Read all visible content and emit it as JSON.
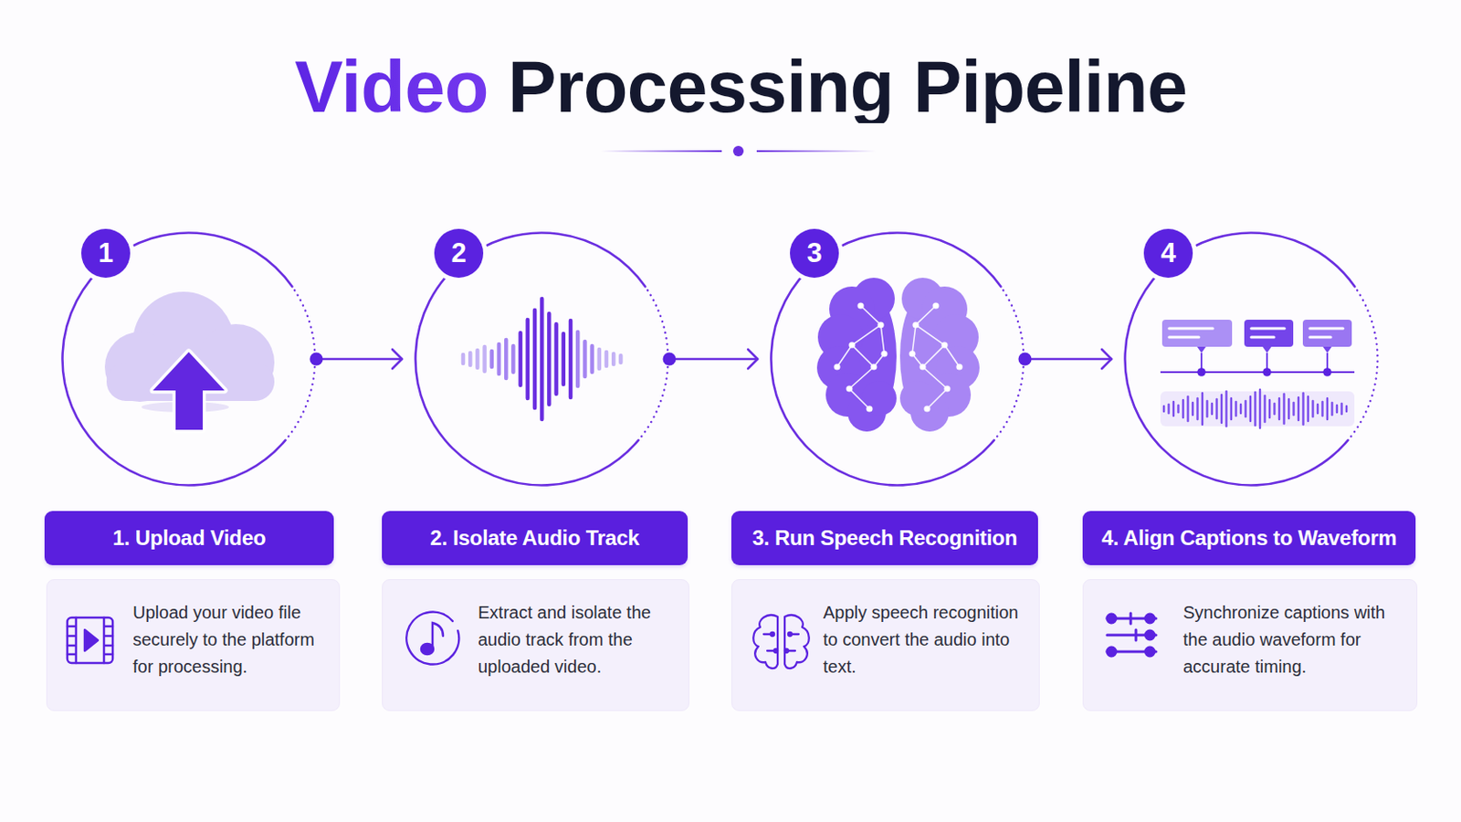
{
  "diagram": {
    "title": "Video Processing Pipeline",
    "nodes": [
      {
        "text": [
          "1"
        ]
      },
      {
        "text": [
          "2"
        ]
      },
      {
        "text": [
          "3"
        ]
      },
      {
        "text": [
          "4"
        ]
      },
      {
        "text": [
          "1. Upload Video"
        ]
      },
      {
        "text": [
          "2. Isolate Audio Track"
        ]
      },
      {
        "text": [
          "3. Run Speech Recognition"
        ]
      },
      {
        "text": [
          "4. Align Captions to Waveform"
        ]
      },
      {
        "text": [
          "Upload your video file securely to the platform for processing."
        ]
      },
      {
        "text": [
          "Extract and isolate the audio track from the uploaded video."
        ]
      },
      {
        "text": [
          "Apply speech recognition to convert the audio into text."
        ]
      },
      {
        "text": [
          "Synchronize captions with the audio waveform for accurate timing."
        ]
      }
    ],
    "edges": [
      {
        "from": 0,
        "to": 1,
        "arrow": "to"
      },
      {
        "from": 1,
        "to": 2,
        "arrow": "to"
      },
      {
        "from": 2,
        "to": 3,
        "arrow": "to"
      }
    ]
  }
}
